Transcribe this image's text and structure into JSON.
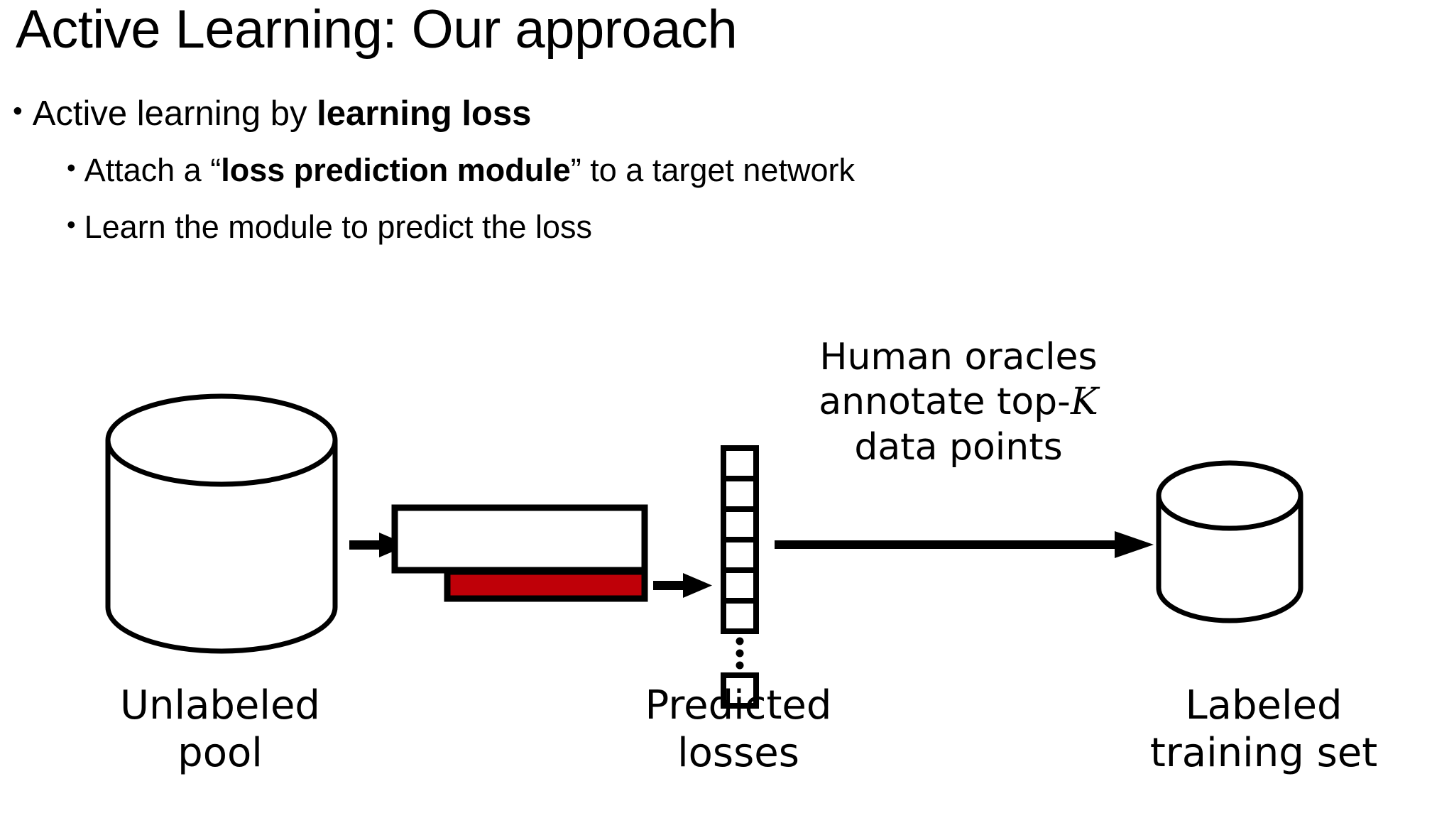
{
  "slide": {
    "title": "Active Learning: Our approach",
    "background_color": "#ffffff",
    "text_color": "#000000",
    "accent_color": "#bf0008"
  },
  "bullets": [
    {
      "level": 1,
      "marker": "•",
      "segments": [
        {
          "text": "Active learning by ",
          "bold": false
        },
        {
          "text": "learning loss",
          "bold": true
        }
      ]
    },
    {
      "level": 2,
      "marker": "•",
      "segments": [
        {
          "text": "Attach a “",
          "bold": false
        },
        {
          "text": "loss prediction module",
          "bold": true
        },
        {
          "text": "” to a target network",
          "bold": false
        }
      ]
    },
    {
      "level": 2,
      "marker": "•",
      "segments": [
        {
          "text": "Learn the module to predict the loss",
          "bold": false
        }
      ]
    }
  ],
  "diagram": {
    "oracle_caption": {
      "line1": "Human oracles",
      "line2_prefix": "annotate top-",
      "line2_var": "K",
      "line3": "data points"
    },
    "labels": {
      "unlabeled_pool": {
        "line1": "Unlabeled",
        "line2": "pool"
      },
      "predicted_losses": {
        "line1": "Predicted",
        "line2": "losses"
      },
      "labeled_training_set": {
        "line1": "Labeled",
        "line2": "training set"
      }
    },
    "loss_bar_color": "#bf0008",
    "stroke_color": "#000000",
    "loss_squares_count": 6,
    "ellipsis_dots": 3,
    "tail_square_count": 1,
    "arrows": [
      {
        "name": "pool-to-network"
      },
      {
        "name": "network-to-losses"
      },
      {
        "name": "losses-to-labeled-set"
      }
    ]
  }
}
